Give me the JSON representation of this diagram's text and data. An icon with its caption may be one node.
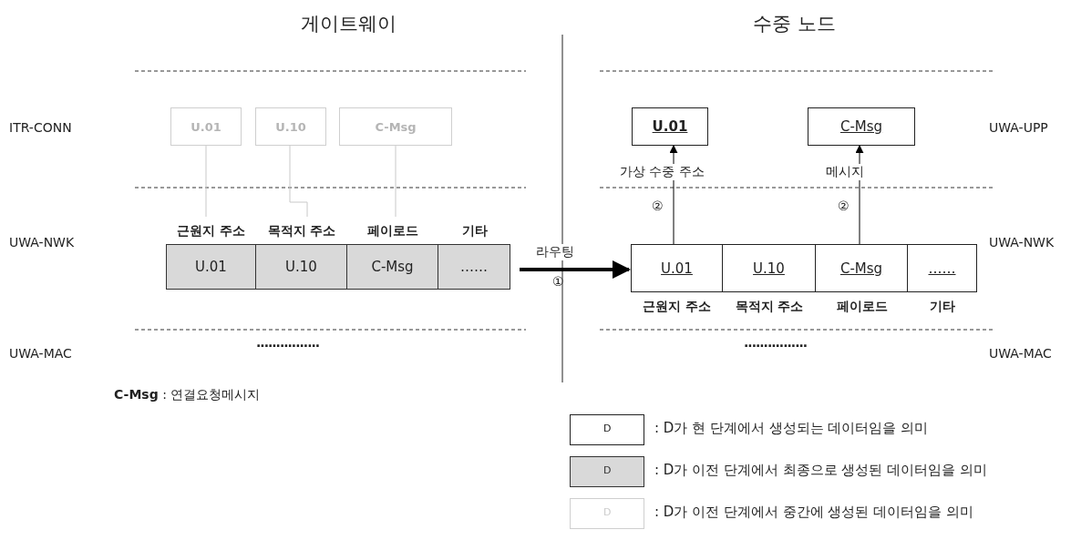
{
  "diagram": {
    "nodes": [
      {
        "text": [
          "U.01"
        ]
      },
      {
        "text": [
          "U.10"
        ]
      },
      {
        "text": [
          "C-Msg"
        ]
      },
      {
        "text": [
          "U.01"
        ],
        "beside": [
          "근원지 주소"
        ]
      },
      {
        "text": [
          "U.10"
        ],
        "beside": [
          "목적지 주소"
        ]
      },
      {
        "text": [
          "C-Msg"
        ],
        "beside": [
          "페이로드"
        ]
      },
      {
        "text": [
          "……"
        ],
        "beside": [
          "기타"
        ]
      },
      {
        "text": [
          "U.01"
        ]
      },
      {
        "text": [
          "C-Msg"
        ]
      },
      {
        "text": [
          "U.01"
        ],
        "beside": [
          "근원지 주소"
        ]
      },
      {
        "text": [
          "U.10"
        ],
        "beside": [
          "목적지 주소"
        ]
      },
      {
        "text": [
          "C-Msg"
        ],
        "beside": [
          "페이로드"
        ]
      },
      {
        "text": [
          "……"
        ],
        "beside": [
          "기타"
        ]
      }
    ],
    "edges": [
      {
        "from": 0,
        "to": 3,
        "arrow": "none",
        "color": "#c8c8c8"
      },
      {
        "from": 1,
        "to": 4,
        "arrow": "none",
        "color": "#c8c8c8"
      },
      {
        "from": 2,
        "to": 5,
        "arrow": "none",
        "color": "#c8c8c8"
      },
      {
        "from": 9,
        "to": 7,
        "arrow": "to",
        "label": "가상 수중 주소",
        "color": "#000000"
      },
      {
        "from": 11,
        "to": 8,
        "arrow": "to",
        "label": "메시지",
        "color": "#000000"
      },
      {
        "from": 6,
        "to": 9,
        "arrow": "to",
        "label": "라우팅",
        "style": "thick",
        "color": "#000000"
      }
    ],
    "labels": [
      "게이트웨이",
      "수중 노드",
      "ITR-CONN",
      "UWA-UPP",
      "UWA-NWK",
      "UWA-NWK",
      "②",
      "②",
      "①",
      "UWA-MAC",
      "················",
      "················",
      "UWA-MAC",
      "**C-Msg** : 연결요청메시지",
      "D",
      "D",
      "D"
    ],
    "legend": [
      {
        "text": ": D가 현 단계에서 생성되는 데이터임을 의미",
        "color": "#ffffff"
      },
      {
        "text": ": D가 이전 단계에서 최종으로 생성된 데이터임을 의미",
        "color": "#d9d9d9"
      },
      {
        "text": ": D가 이전 단계에서 중간에 생성된 데이터임을 의미",
        "color": "#ffffff"
      }
    ]
  }
}
